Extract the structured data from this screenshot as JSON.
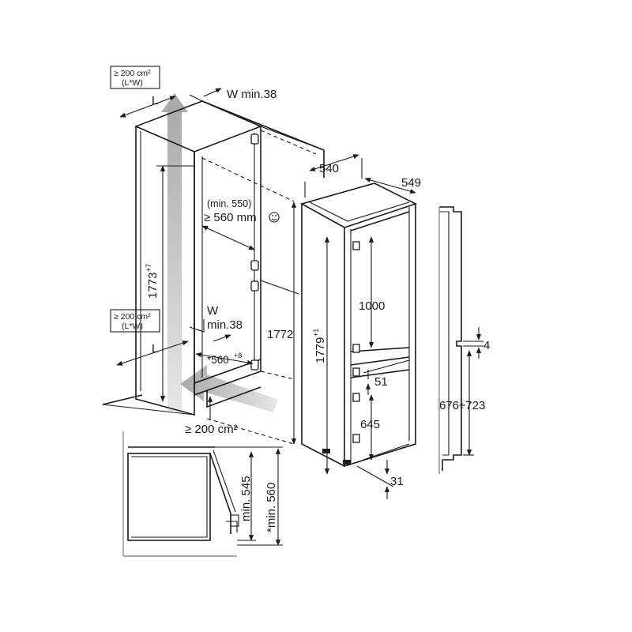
{
  "ventilation": {
    "top_area": "≥ 200 cm²",
    "top_area_sub": "(L*W)",
    "bottom_area": "≥ 200 cm²",
    "bottom_area_sub": "(L*W)",
    "plinth_area": "≥ 200 cm²",
    "length_label": "L",
    "length_label_bottom": "L",
    "width_top": "W min.38",
    "width_bottom_w": "W",
    "width_bottom_min": "min.38"
  },
  "niche": {
    "height_main": "1773",
    "height_tol": "+7",
    "depth_min_alt": "(min. 550)",
    "depth_min": "≥ 560 mm",
    "plinth_depth": "*560",
    "plinth_depth_tol": "+8",
    "niche_height_ref": "1772"
  },
  "appliance": {
    "width": "540",
    "depth": "549",
    "height": "1779",
    "height_tol": "+1",
    "upper_door": "1000",
    "door_gap": "51",
    "lower_door": "645",
    "bottom_gap": "31"
  },
  "door_panel": {
    "offset": "4",
    "hinge_range": "676÷723"
  },
  "section_detail": {
    "depth_min": "min. 545",
    "depth_min_star": "*min. 560"
  },
  "colors": {
    "line": "#1a1a1a",
    "airflow": "#b0b0b0",
    "background": "#ffffff"
  }
}
